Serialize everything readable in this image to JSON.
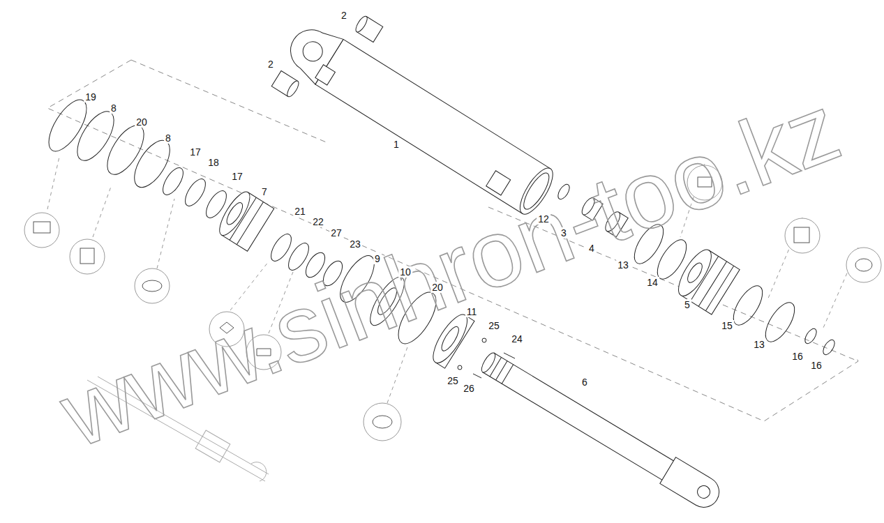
{
  "diagram": {
    "labels": [
      "2",
      "2",
      "1",
      "19",
      "8",
      "20",
      "8",
      "17",
      "18",
      "17",
      "7",
      "21",
      "22",
      "27",
      "23",
      "9",
      "10",
      "20",
      "11",
      "25",
      "24",
      "25",
      "26",
      "6",
      "12",
      "3",
      "4",
      "13",
      "14",
      "5",
      "15",
      "13",
      "16",
      "16",
      "www.sinhron-too.kz"
    ]
  }
}
